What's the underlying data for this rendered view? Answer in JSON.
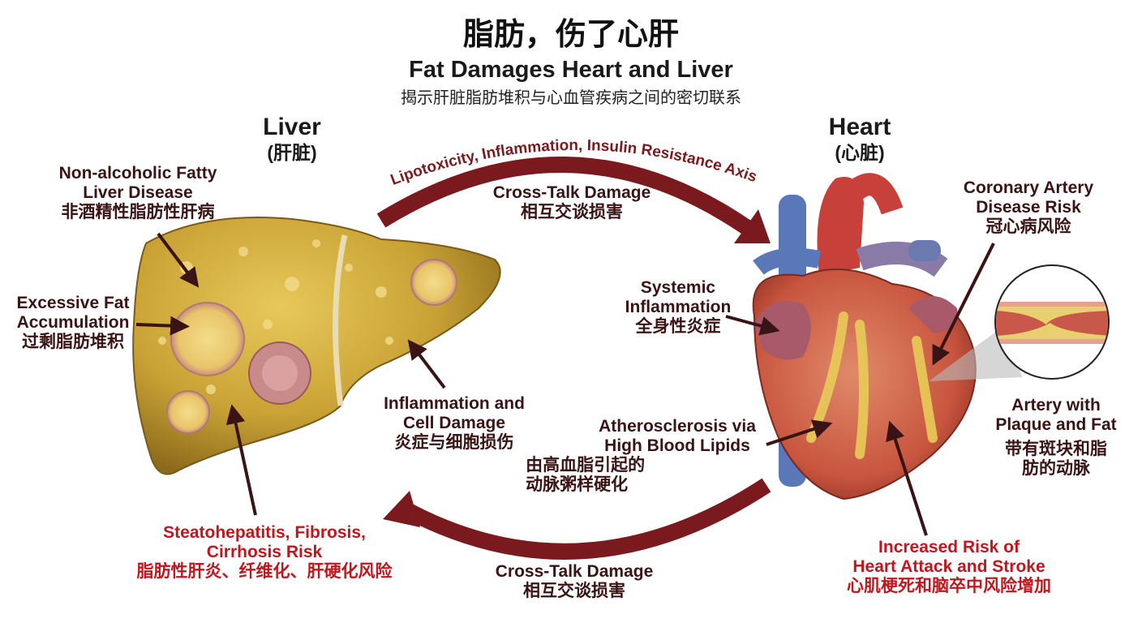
{
  "header": {
    "title": "脂肪，伤了心肝",
    "subtitle_en": "Fat Damages Heart and Liver",
    "subtitle_zh": "揭示肝脏脂肪堆积与心血管疾病之间的密切联系"
  },
  "liver": {
    "name": "Liver",
    "name_zh": "(肝脏)",
    "labels": {
      "nafld": [
        "Non-alcoholic Fatty",
        "Liver Disease",
        "非酒精性脂肪性肝病"
      ],
      "fat": [
        "Excessive Fat",
        "Accumulation",
        "过剩脂肪堆积"
      ],
      "inflammation": [
        "Inflammation and",
        "Cell Damage",
        "炎症与细胞损伤"
      ],
      "cirrhosis": [
        "Steatohepatitis, Fibrosis,",
        "Cirrhosis Risk",
        "脂肪性肝炎、纤维化、肝硬化风险"
      ]
    }
  },
  "heart": {
    "name": "Heart",
    "name_zh": "(心脏)",
    "labels": {
      "coronary": [
        "Coronary Artery",
        "Disease Risk",
        "冠心病风险"
      ],
      "systemic": [
        "Systemic",
        "Inflammation",
        "全身性炎症"
      ],
      "artery": [
        "Artery with",
        "Plaque and Fat",
        "带有斑块和脂",
        "肪的动脉"
      ],
      "athero": [
        "Atherosclerosis via",
        "High Blood Lipids",
        "由高血脂引起的",
        "动脉粥样硬化"
      ],
      "risk": [
        "Increased Risk of",
        "Heart Attack and Stroke",
        "心肌梗死和脑卒中风险增加"
      ]
    }
  },
  "crosstalk": {
    "axis": "Lipotoxicity, Inflammation, Insulin Resistance Axis",
    "top": [
      "Cross-Talk Damage",
      "相互交谈损害"
    ],
    "bottom": [
      "Cross-Talk Damage",
      "相互交谈损害"
    ]
  },
  "colors": {
    "arrow": "#7a1a1e",
    "label_text": "#3a1414",
    "risk_text": "#c1161d",
    "liver": "#c9a235",
    "heart": "#c8553f"
  }
}
